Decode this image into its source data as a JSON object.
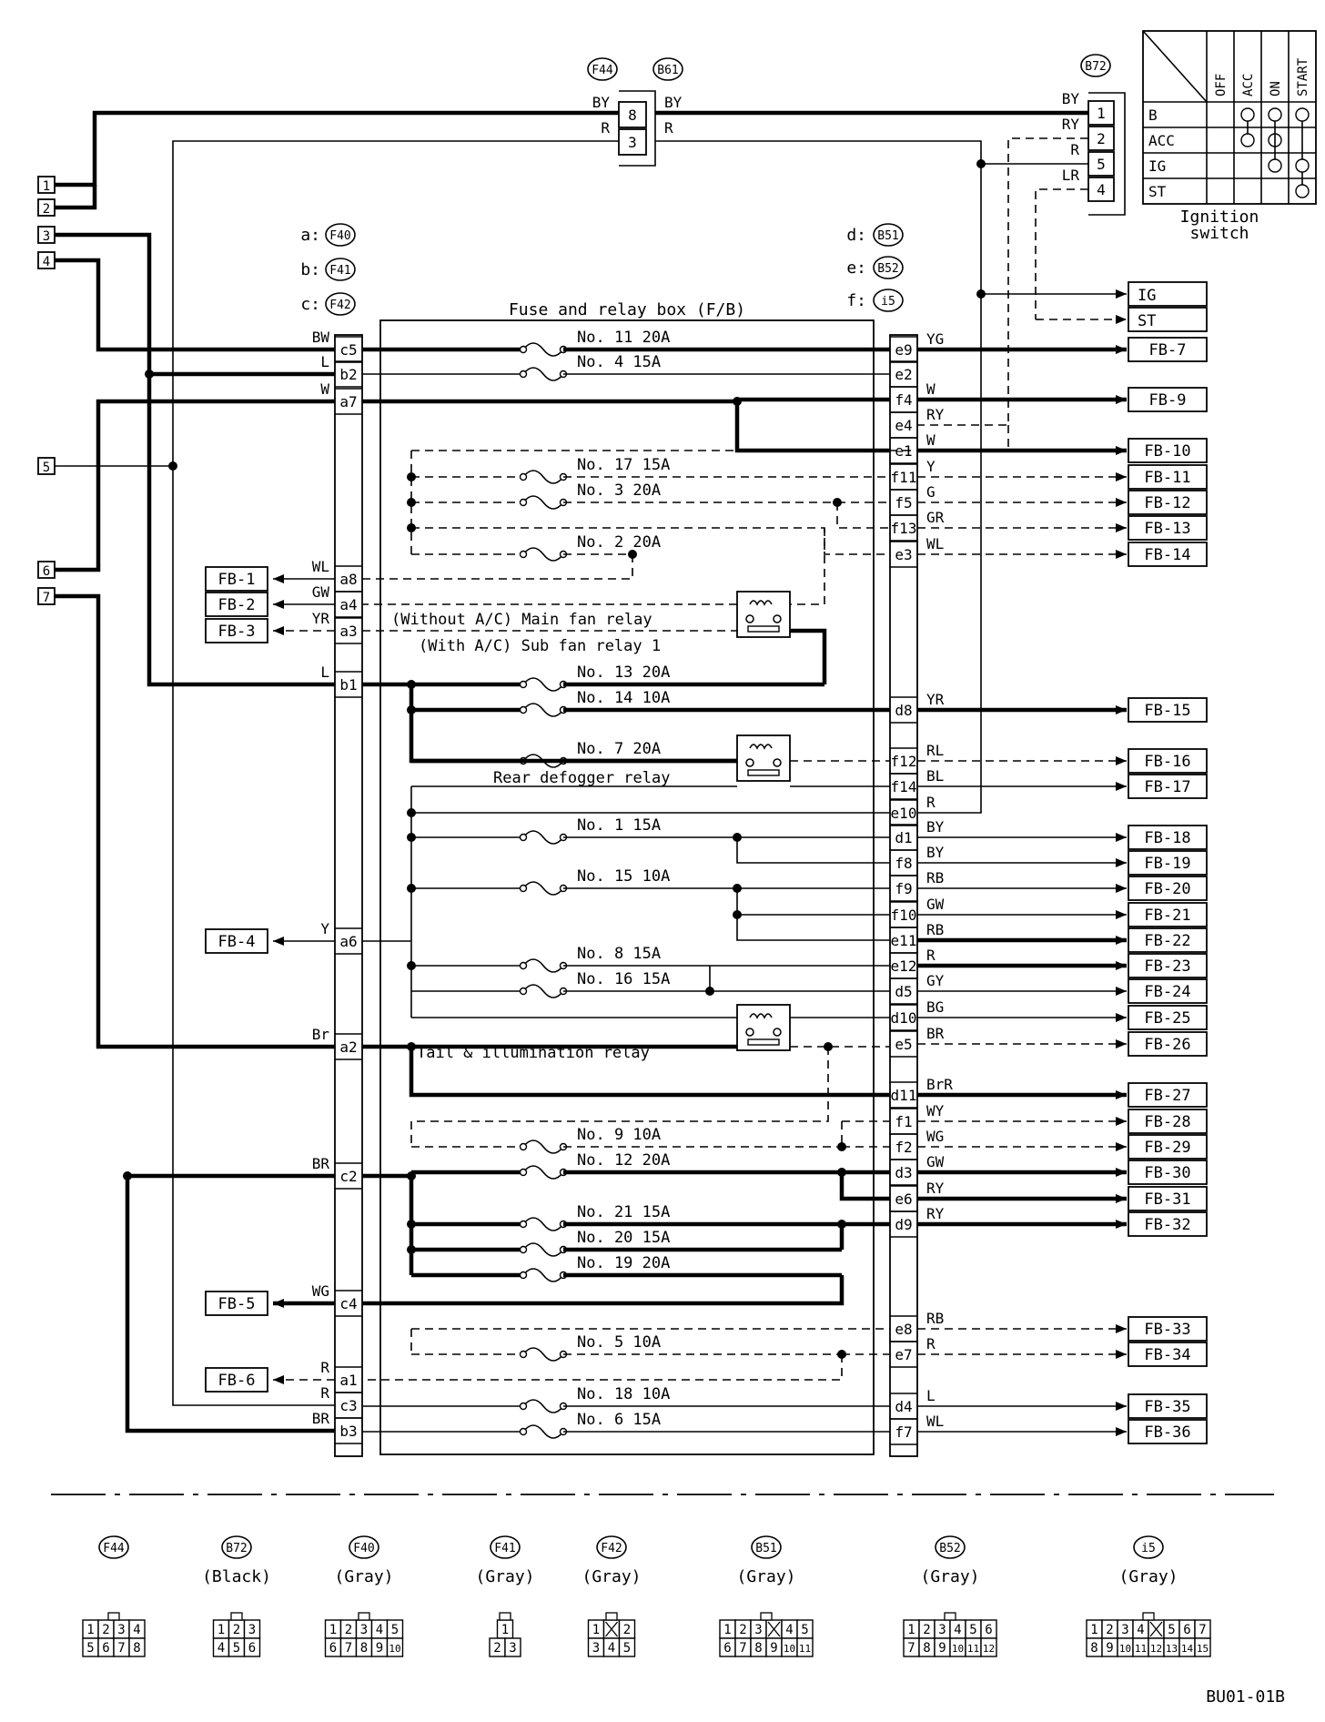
{
  "texts": {
    "fb_title": "Fuse and relay box (F/B)",
    "ign_switch_l1": "Ignition",
    "ign_switch_l2": "switch",
    "fig_id": "BU01-01B",
    "conn_a": "a:",
    "conn_b": "b:",
    "conn_c": "c:",
    "conn_d": "d:",
    "conn_e": "e:",
    "conn_f": "f:",
    "relay_main_fan": "(Without A/C) Main fan relay",
    "relay_sub_fan": "(With A/C) Sub fan relay 1",
    "relay_defogger": "Rear defogger relay",
    "relay_tail": "Tail & illumination relay"
  },
  "connector_ids": {
    "a": "F40",
    "b": "F41",
    "c": "F42",
    "d": "B51",
    "e": "B52",
    "f": "i5",
    "top_left": "F44",
    "top_right": "B61",
    "ign": "B72"
  },
  "left_terminals": [
    "1",
    "2",
    "3",
    "4",
    "5",
    "6",
    "7"
  ],
  "top_connector": {
    "pins": [
      "8",
      "3"
    ],
    "wire_left": [
      "BY",
      "R"
    ],
    "wire_right": [
      "BY",
      "R"
    ]
  },
  "ignition": {
    "pins": [
      "1",
      "2",
      "5",
      "4"
    ],
    "wires": [
      "BY",
      "RY",
      "R",
      "LR"
    ],
    "rows": [
      "B",
      "ACC",
      "IG",
      "ST"
    ],
    "cols": [
      "OFF",
      "ACC",
      "ON",
      "START"
    ]
  },
  "outputs_top": [
    "IG",
    "ST"
  ],
  "fuses": [
    {
      "id": "f11",
      "label": "No. 11  20A"
    },
    {
      "id": "f4",
      "label": "No. 4   15A"
    },
    {
      "id": "f17",
      "label": "No. 17  15A"
    },
    {
      "id": "f3",
      "label": "No. 3   20A"
    },
    {
      "id": "f2",
      "label": "No. 2   20A"
    },
    {
      "id": "f13",
      "label": "No. 13 20A"
    },
    {
      "id": "f14",
      "label": "No. 14 10A"
    },
    {
      "id": "f7",
      "label": "No. 7   20A"
    },
    {
      "id": "f1",
      "label": "No. 1    15A"
    },
    {
      "id": "f15",
      "label": "No. 15  10A"
    },
    {
      "id": "f8",
      "label": "No. 8    15A"
    },
    {
      "id": "f16",
      "label": "No. 16  15A"
    },
    {
      "id": "f9",
      "label": "No. 9    10A"
    },
    {
      "id": "f12",
      "label": "No. 12 20A"
    },
    {
      "id": "f21",
      "label": "No. 21  15A"
    },
    {
      "id": "f20",
      "label": "No. 20  15A"
    },
    {
      "id": "f19",
      "label": "No. 19  20A"
    },
    {
      "id": "f5",
      "label": "No. 5    10A"
    },
    {
      "id": "f18",
      "label": "No. 18  10A"
    },
    {
      "id": "f6",
      "label": "No. 6    15A"
    }
  ],
  "left_pins": [
    {
      "pin": "c5",
      "wire": "BW"
    },
    {
      "pin": "b2",
      "wire": "L"
    },
    {
      "pin": "a7",
      "wire": "W"
    },
    {
      "pin": "a8",
      "wire": "WL",
      "out": "FB-1"
    },
    {
      "pin": "a4",
      "wire": "GW",
      "out": "FB-2"
    },
    {
      "pin": "a3",
      "wire": "YR",
      "out": "FB-3"
    },
    {
      "pin": "b1",
      "wire": "L"
    },
    {
      "pin": "a6",
      "wire": "Y",
      "out": "FB-4"
    },
    {
      "pin": "a2",
      "wire": "Br"
    },
    {
      "pin": "c2",
      "wire": "BR"
    },
    {
      "pin": "c4",
      "wire": "WG",
      "out": "FB-5"
    },
    {
      "pin": "a1",
      "wire": "R",
      "out": "FB-6"
    },
    {
      "pin": "c3",
      "wire": "R"
    },
    {
      "pin": "b3",
      "wire": "BR"
    }
  ],
  "right_pins": [
    {
      "pin": "e9",
      "wire": "YG",
      "out": "FB-7"
    },
    {
      "pin": "e2",
      "wire": "",
      "out": ""
    },
    {
      "pin": "f4",
      "wire": "W",
      "out": "FB-9"
    },
    {
      "pin": "e4",
      "wire": "RY",
      "out": ""
    },
    {
      "pin": "e1",
      "wire": "W",
      "out": "FB-10"
    },
    {
      "pin": "f11",
      "wire": "Y",
      "out": "FB-11"
    },
    {
      "pin": "f5",
      "wire": "G",
      "out": "FB-12"
    },
    {
      "pin": "f13",
      "wire": "GR",
      "out": "FB-13"
    },
    {
      "pin": "e3",
      "wire": "WL",
      "out": "FB-14"
    },
    {
      "pin": "d8",
      "wire": "YR",
      "out": "FB-15"
    },
    {
      "pin": "f12",
      "wire": "RL",
      "out": "FB-16"
    },
    {
      "pin": "f14",
      "wire": "BL",
      "out": "FB-17"
    },
    {
      "pin": "e10",
      "wire": "R",
      "out": ""
    },
    {
      "pin": "d1",
      "wire": "BY",
      "out": "FB-18"
    },
    {
      "pin": "f8",
      "wire": "BY",
      "out": "FB-19"
    },
    {
      "pin": "f9",
      "wire": "RB",
      "out": "FB-20"
    },
    {
      "pin": "f10",
      "wire": "GW",
      "out": "FB-21"
    },
    {
      "pin": "e11",
      "wire": "RB",
      "out": "FB-22"
    },
    {
      "pin": "e12",
      "wire": "R",
      "out": "FB-23"
    },
    {
      "pin": "d5",
      "wire": "GY",
      "out": "FB-24"
    },
    {
      "pin": "d10",
      "wire": "BG",
      "out": "FB-25"
    },
    {
      "pin": "e5",
      "wire": "BR",
      "out": "FB-26"
    },
    {
      "pin": "d11",
      "wire": "BrR",
      "out": "FB-27"
    },
    {
      "pin": "f1",
      "wire": "WY",
      "out": "FB-28"
    },
    {
      "pin": "f2",
      "wire": "WG",
      "out": "FB-29"
    },
    {
      "pin": "d3",
      "wire": "GW",
      "out": "FB-30"
    },
    {
      "pin": "e6",
      "wire": "RY",
      "out": "FB-31"
    },
    {
      "pin": "d9",
      "wire": "RY",
      "out": "FB-32"
    },
    {
      "pin": "e8",
      "wire": "RB",
      "out": "FB-33"
    },
    {
      "pin": "e7",
      "wire": "R",
      "out": "FB-34"
    },
    {
      "pin": "d4",
      "wire": "L",
      "out": "FB-35"
    },
    {
      "pin": "f7",
      "wire": "WL",
      "out": "FB-36"
    }
  ],
  "bottom_connectors": [
    {
      "id": "F44",
      "color": "",
      "rows": [
        [
          "1",
          "2",
          "3",
          "4"
        ],
        [
          "5",
          "6",
          "7",
          "8"
        ]
      ]
    },
    {
      "id": "B72",
      "color": "(Black)",
      "rows": [
        [
          "1",
          "2",
          "3"
        ],
        [
          "4",
          "5",
          "6"
        ]
      ]
    },
    {
      "id": "F40",
      "color": "(Gray)",
      "rows": [
        [
          "1",
          "2",
          "3",
          "4",
          "5"
        ],
        [
          "6",
          "7",
          "8",
          "9",
          "10"
        ]
      ]
    },
    {
      "id": "F41",
      "color": "(Gray)",
      "rows": [
        [
          "1"
        ],
        [
          "2",
          "3"
        ]
      ]
    },
    {
      "id": "F42",
      "color": "(Gray)",
      "rows": [
        [
          "1",
          "X",
          "2"
        ],
        [
          "3",
          "4",
          "5"
        ]
      ]
    },
    {
      "id": "B51",
      "color": "(Gray)",
      "rows": [
        [
          "1",
          "2",
          "3",
          "X",
          "4",
          "5"
        ],
        [
          "6",
          "7",
          "8",
          "9",
          "10",
          "11"
        ]
      ]
    },
    {
      "id": "B52",
      "color": "(Gray)",
      "rows": [
        [
          "1",
          "2",
          "3",
          "4",
          "5",
          "6"
        ],
        [
          "7",
          "8",
          "9",
          "10",
          "11",
          "12"
        ]
      ]
    },
    {
      "id": "i5",
      "color": "(Gray)",
      "rows": [
        [
          "1",
          "2",
          "3",
          "4",
          "X",
          "5",
          "6",
          "7"
        ],
        [
          "8",
          "9",
          "10",
          "11",
          "12",
          "13",
          "14",
          "15"
        ]
      ]
    }
  ]
}
